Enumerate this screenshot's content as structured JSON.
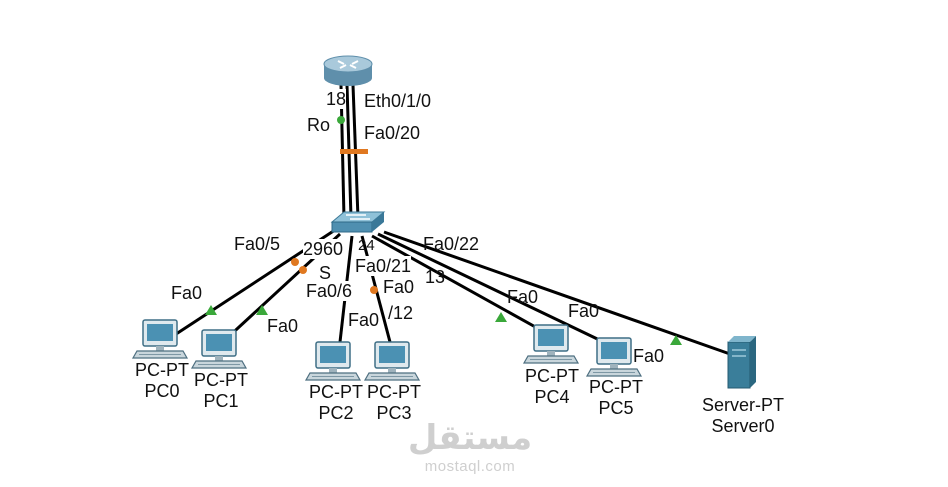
{
  "router": {
    "model": "18",
    "name": "Ro"
  },
  "switch": {
    "model": "2960",
    "name": "S"
  },
  "ports": {
    "router_eth": "Eth0/1/0",
    "switch_up": "Fa0/20",
    "fa05": "Fa0/5",
    "fa06": "Fa0/6",
    "fa021": "Fa0/21",
    "fa022": "Fa0/22",
    "fa0_left": "Fa0",
    "fa0_pc1": "Fa0",
    "fa0_12": "Fa0",
    "num12": "/12",
    "fa0_13": "Fa0",
    "num13": "13",
    "fa0_pc4": "Fa0",
    "fa0_server": "Fa0",
    "fa0_pc5": "Fa0",
    "partial_24": "24"
  },
  "devices": [
    {
      "type": "PC-PT",
      "name": "PC0"
    },
    {
      "type": "PC-PT",
      "name": "PC1"
    },
    {
      "type": "PC-PT",
      "name": "PC2"
    },
    {
      "type": "PC-PT",
      "name": "PC3"
    },
    {
      "type": "PC-PT",
      "name": "PC4"
    },
    {
      "type": "PC-PT",
      "name": "PC5"
    },
    {
      "type": "Server-PT",
      "name": "Server0"
    }
  ],
  "watermark": {
    "arabic": "مستقل",
    "latin": "mostaql.com"
  },
  "colors": {
    "link": "#000000",
    "up_indicator": "#3aa83a",
    "orange_indicator": "#e07820",
    "router": "#7aa9c4",
    "switch": "#4f8fb0",
    "pc": "#3f86a8",
    "server": "#3a7e9a"
  }
}
